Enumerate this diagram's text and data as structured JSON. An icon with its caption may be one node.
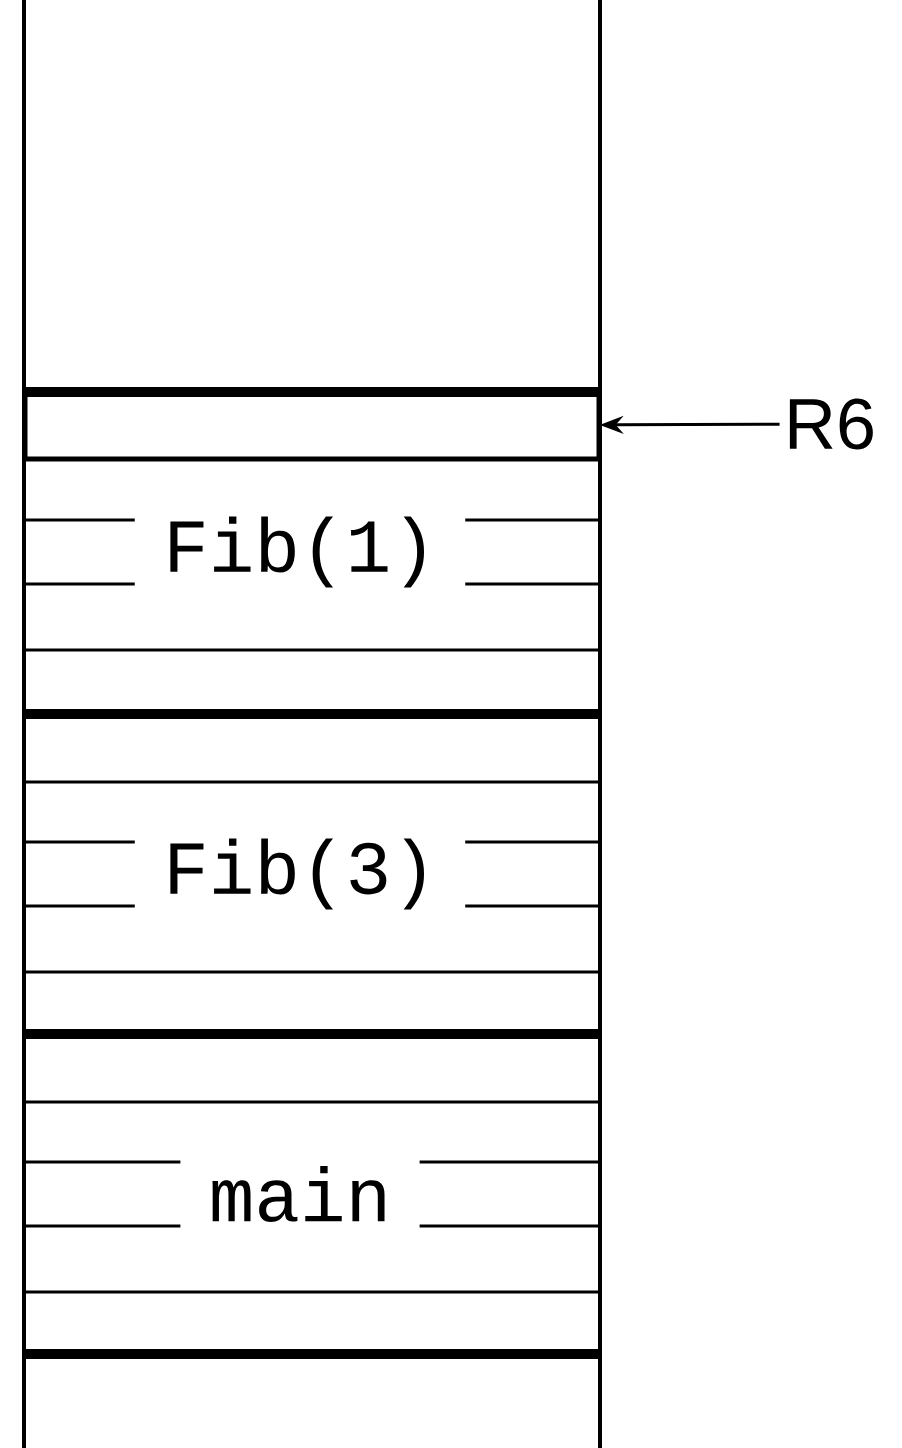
{
  "diagram": {
    "nodes": [
      {
        "text": [],
        "shape": "box"
      },
      {
        "text": [
          "Fib(1)"
        ]
      },
      {
        "text": [
          "Fib(3)"
        ]
      },
      {
        "text": [
          "main"
        ]
      },
      {
        "text": [
          "R6"
        ]
      }
    ],
    "edges": [
      {
        "from": 4,
        "to": 0,
        "arrow": "to"
      }
    ]
  }
}
